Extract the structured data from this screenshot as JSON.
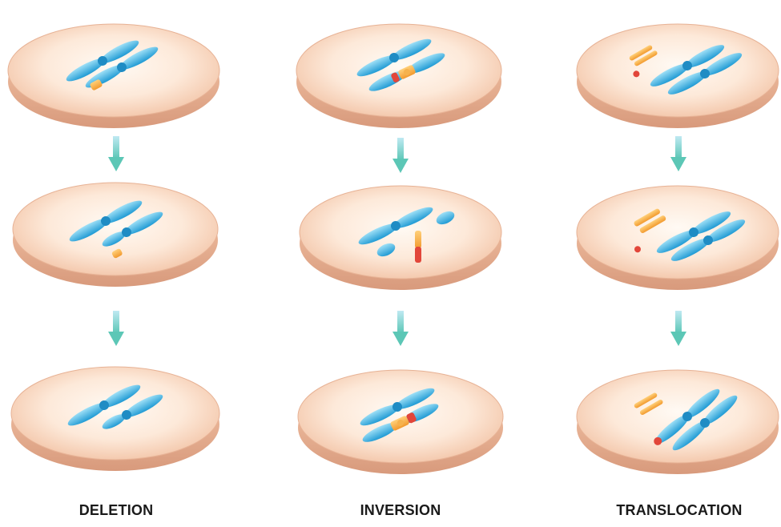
{
  "labels": {
    "deletion": "DELETION",
    "inversion": "INVERSION",
    "translocation": "TRANSLOCATION"
  },
  "colors": {
    "chromosome": "#2fa8dc",
    "chromosome_light": "#8fd3f1",
    "arrow": "#5cc7b6",
    "segment_orange": "#f4a640",
    "segment_red": "#e2463a",
    "cell_fill": "#f9d7bf",
    "cell_edge": "#e3ab8a"
  },
  "icons": {
    "cell": "cell-disc-icon",
    "arrow": "arrow-down-icon",
    "chromosome": "chromosome-icon"
  }
}
